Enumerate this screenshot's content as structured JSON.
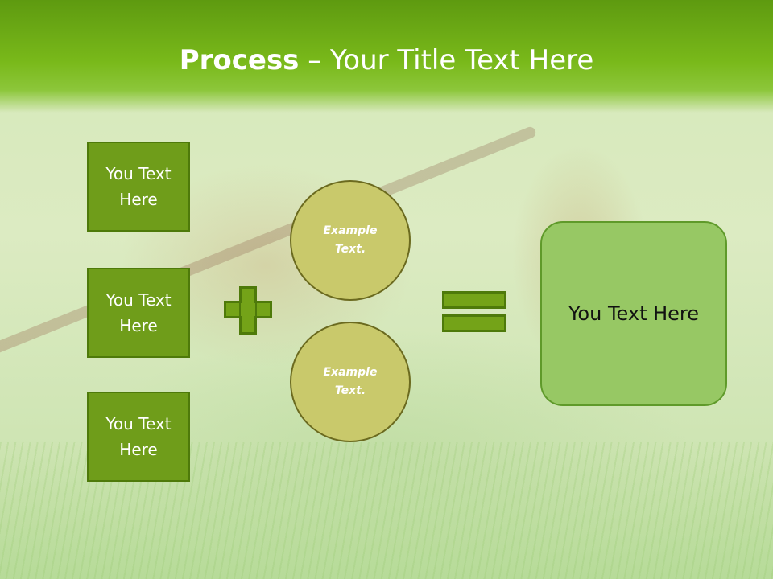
{
  "slide": {
    "title_bold": "Process",
    "title_rest": " – Your Title Text Here"
  },
  "left_boxes": [
    {
      "label": "You Text Here"
    },
    {
      "label": "You Text Here"
    },
    {
      "label": "You Text Here"
    }
  ],
  "circles": [
    {
      "label": "Example Text."
    },
    {
      "label": "Example Text."
    }
  ],
  "result": {
    "label": "You Text Here"
  },
  "operators": {
    "plus": "plus-icon",
    "equals": "equals-icon"
  },
  "colors": {
    "header": "#79b91a",
    "box": "#6f9d1a",
    "circle": "#c9c96b",
    "result": "#97c864"
  }
}
